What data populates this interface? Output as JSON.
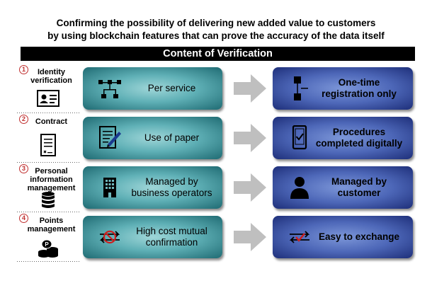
{
  "header": {
    "title_line1": "Confirming the possibility of delivering new added value to customers",
    "title_line2": "by using blockchain features that can prove the accuracy of the data itself",
    "banner": "Content of Verification"
  },
  "rows": [
    {
      "number": "1",
      "category": "Identity verification",
      "category_icon": "id-card-icon",
      "before_icon": "org-chart-icon",
      "before": "Per service",
      "after_icon": "flow-boxes-icon",
      "after": "One-time registration only"
    },
    {
      "number": "2",
      "category": "Contract",
      "category_icon": "contract-document-icon",
      "before_icon": "paper-pen-icon",
      "before": "Use of paper",
      "after_icon": "smartphone-check-icon",
      "after": "Procedures completed digitally"
    },
    {
      "number": "3",
      "category": "Personal information management",
      "category_icon": "database-icon",
      "before_icon": "building-icon",
      "before": "Managed by business operators",
      "after_icon": "person-icon",
      "after": "Managed by customer"
    },
    {
      "number": "4",
      "category": "Points management",
      "category_icon": "coins-icon",
      "before_icon": "no-exchange-icon",
      "before": "High cost mutual confirmation",
      "after_icon": "exchange-check-icon",
      "after": "Easy to exchange"
    }
  ],
  "colors": {
    "before_box": "#5fb0b6",
    "after_box": "#4d67b8",
    "arrow": "#bfbfbf",
    "badge": "#c03030"
  }
}
